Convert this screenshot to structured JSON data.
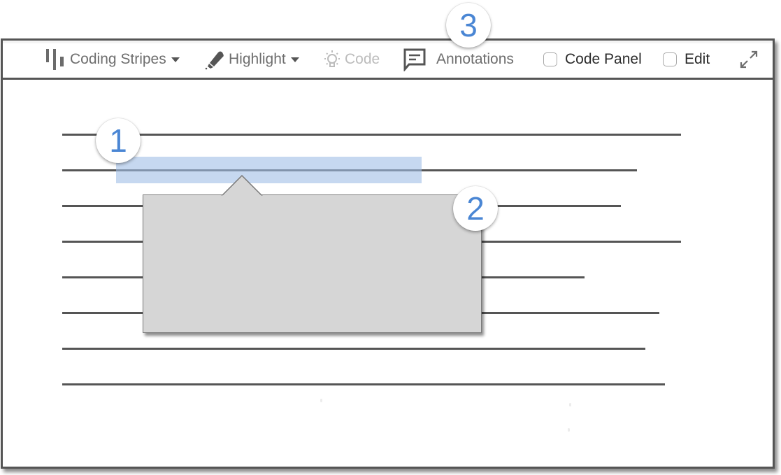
{
  "toolbar": {
    "coding_stripes": {
      "label": "Coding Stripes",
      "icon": "coding-stripes-icon",
      "has_dropdown": true
    },
    "highlight": {
      "label": "Highlight",
      "icon": "highlighter-icon",
      "has_dropdown": true
    },
    "code": {
      "label": "Code",
      "icon": "lightbulb-icon",
      "disabled": true
    },
    "annotations": {
      "label": "Annotations",
      "icon": "comment-icon"
    },
    "code_panel": {
      "label": "Code Panel",
      "checked": false
    },
    "edit": {
      "label": "Edit",
      "checked": false
    },
    "expand": {
      "icon": "expand-icon"
    }
  },
  "document": {
    "line_count": 8,
    "highlighted_line": 2
  },
  "callouts": [
    {
      "number": "1",
      "target": "highlighted text"
    },
    {
      "number": "2",
      "target": "annotation popup"
    },
    {
      "number": "3",
      "target": "Annotations toolbar button"
    }
  ],
  "colors": {
    "callout_number": "#4a86d4",
    "highlight": "#c5d7ef",
    "popup_fill": "#d6d6d6",
    "frame": "#555555"
  }
}
